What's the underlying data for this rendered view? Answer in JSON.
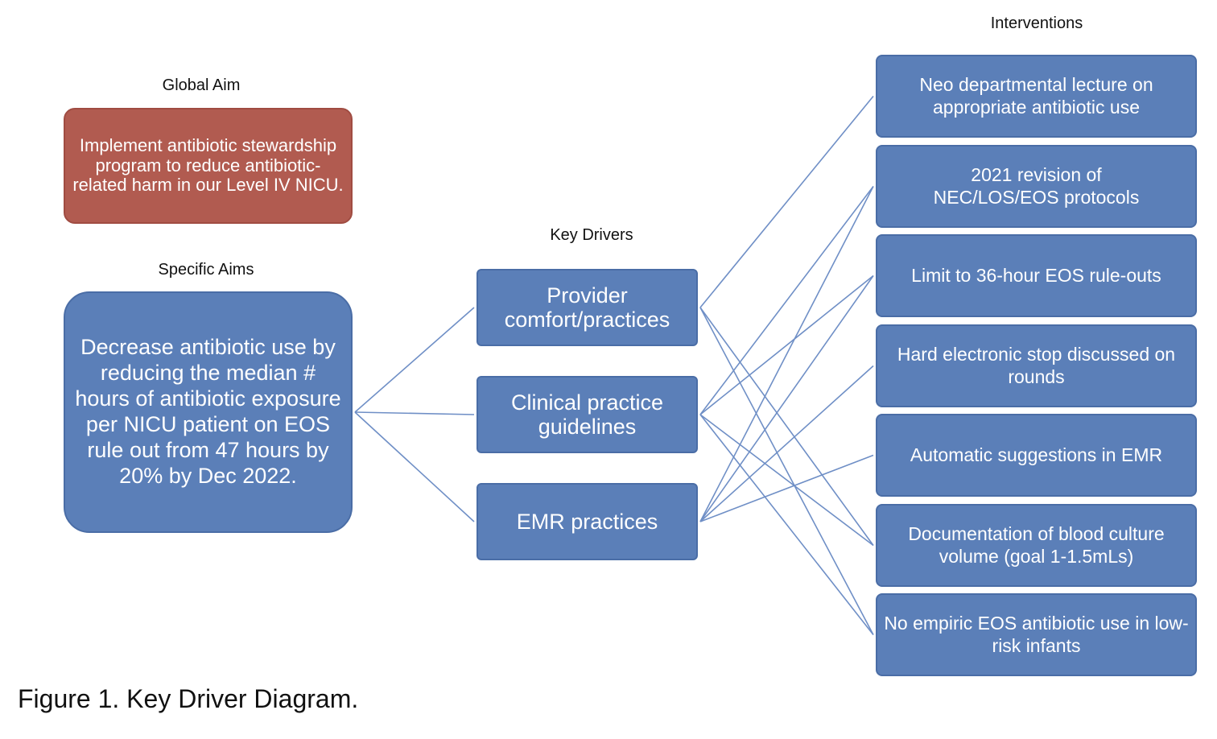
{
  "headings": {
    "global_aim": "Global Aim",
    "specific_aims": "Specific Aims",
    "key_drivers": "Key Drivers",
    "interventions": "Interventions"
  },
  "global_aim": "Implement antibiotic stewardship program to reduce antibiotic-related harm in our Level IV NICU.",
  "specific_aim": "Decrease antibiotic use by reducing the median # hours of antibiotic exposure per NICU patient on EOS rule out from 47 hours by 20% by Dec 2022.",
  "drivers": [
    {
      "id": "d1",
      "label": "Provider comfort/practices"
    },
    {
      "id": "d2",
      "label": "Clinical practice guidelines"
    },
    {
      "id": "d3",
      "label": "EMR practices"
    }
  ],
  "interventions": [
    {
      "id": "i1",
      "label": "Neo departmental lecture on appropriate antibiotic use"
    },
    {
      "id": "i2",
      "label": "2021 revision of NEC/LOS/EOS protocols"
    },
    {
      "id": "i3",
      "label": "Limit to 36-hour EOS rule-outs"
    },
    {
      "id": "i4",
      "label": "Hard electronic stop discussed on rounds"
    },
    {
      "id": "i5",
      "label": "Automatic suggestions in EMR"
    },
    {
      "id": "i6",
      "label": "Documentation of blood culture volume (goal 1-1.5mLs)"
    },
    {
      "id": "i7",
      "label": "No empiric EOS antibiotic use in low-risk infants"
    }
  ],
  "links": [
    {
      "from": "specific_aim",
      "to": "d1"
    },
    {
      "from": "specific_aim",
      "to": "d2"
    },
    {
      "from": "specific_aim",
      "to": "d3"
    },
    {
      "from": "d1",
      "to": "i1"
    },
    {
      "from": "d1",
      "to": "i6"
    },
    {
      "from": "d1",
      "to": "i7"
    },
    {
      "from": "d2",
      "to": "i2"
    },
    {
      "from": "d2",
      "to": "i3"
    },
    {
      "from": "d2",
      "to": "i6"
    },
    {
      "from": "d2",
      "to": "i7"
    },
    {
      "from": "d3",
      "to": "i2"
    },
    {
      "from": "d3",
      "to": "i3"
    },
    {
      "from": "d3",
      "to": "i4"
    },
    {
      "from": "d3",
      "to": "i5"
    }
  ],
  "caption": "Figure 1. Key Driver Diagram.",
  "colors": {
    "box_blue": "#5b7fb8",
    "box_red": "#b15b50",
    "connector": "#6f8fc6"
  }
}
